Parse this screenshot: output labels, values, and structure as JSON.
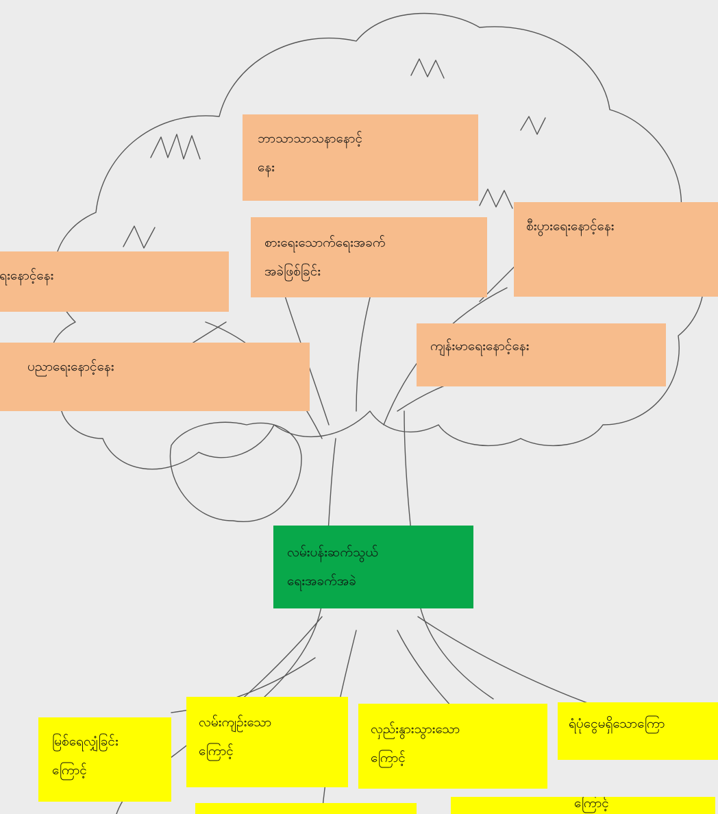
{
  "colors": {
    "branch_card": "#f7bc8c",
    "trunk_card": "#08a84a",
    "root_card": "#ffff00",
    "paper": "#ececec",
    "pencil": "#555555"
  },
  "branches": [
    {
      "id": "religion",
      "lines": [
        "ဘာသာသာသနာနောင့်",
        "နေး"
      ]
    },
    {
      "id": "food-security",
      "lines": [
        "စားရေးသောက်ရေးအခက်",
        "အခဲဖြစ်ခြင်း"
      ]
    },
    {
      "id": "business",
      "lines": [
        "စီးပွားရေးနောင့်နေး"
      ]
    },
    {
      "id": "social",
      "lines": [
        "မှုရေးနောင့်နေး"
      ]
    },
    {
      "id": "education",
      "lines": [
        "ပညာရေးနောင့်နေး"
      ]
    },
    {
      "id": "health",
      "lines": [
        "ကျန်းမာရေးနောင့်နေး"
      ]
    }
  ],
  "trunk": {
    "lines": [
      "လမ်းပန်းဆက်သွယ်",
      "ရေးအခက်အခဲ"
    ]
  },
  "roots": [
    {
      "id": "river-shallow",
      "lines": [
        "မြစ်ရေလျှံခြင်း",
        "ကြောင့်"
      ]
    },
    {
      "id": "narrow-roads",
      "lines": [
        "လမ်းကျဉ်းသော",
        "ကြောင့်"
      ]
    },
    {
      "id": "hillside",
      "lines": [
        "လှည်းနွားသွားသော",
        "ကြောင့်"
      ]
    },
    {
      "id": "no-budget",
      "lines": [
        "ရံပုံငွေမရှိသောကြော"
      ]
    },
    {
      "id": "bottom-left",
      "lines": []
    },
    {
      "id": "bottom-right",
      "lines": [
        "ကြောင့်"
      ]
    }
  ]
}
